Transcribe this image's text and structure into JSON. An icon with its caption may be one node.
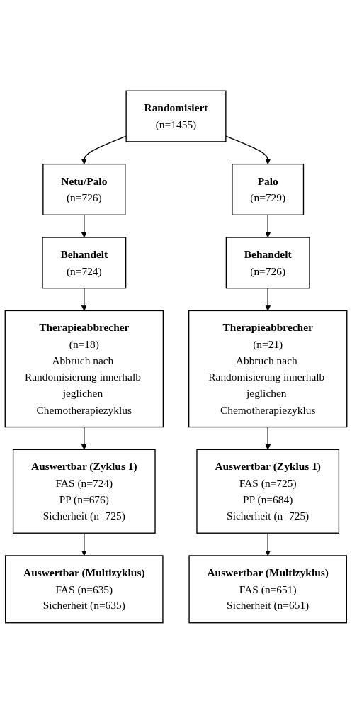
{
  "diagram": {
    "nodes": [
      {
        "text": [
          "Randomisiert",
          "(n=1455)"
        ]
      },
      {
        "text": [
          "Netu/Palo",
          "(n=726)"
        ]
      },
      {
        "text": [
          "Palo",
          "(n=729)"
        ]
      },
      {
        "text": [
          "Behandelt",
          "(n=724)"
        ]
      },
      {
        "text": [
          "Behandelt",
          "(n=726)"
        ]
      },
      {
        "text": [
          "Therapieabbrecher",
          "(n=18)",
          "Abbruch nach Randomisierung innerhalb jeglichen Chemotherapiezyklus"
        ]
      },
      {
        "text": [
          "Therapieabbrecher",
          "(n=21)",
          "Abbruch nach Randomisierung innerhalb jeglichen Chemotherapiezyklus"
        ]
      },
      {
        "text": [
          "Auswertbar (Zyklus 1)",
          "FAS (n=724)",
          "PP (n=676)",
          "Sicherheit (n=725)"
        ]
      },
      {
        "text": [
          "Auswertbar (Zyklus 1)",
          "FAS (n=725)",
          "PP (n=684)",
          "Sicherheit (n=725)"
        ]
      },
      {
        "text": [
          "Auswertbar (Multizyklus)",
          "FAS (n=635)",
          "Sicherheit (n=635)"
        ]
      },
      {
        "text": [
          "Auswertbar (Multizyklus)",
          "FAS (n=651)",
          "Sicherheit (n=651)"
        ]
      }
    ],
    "edges": [
      {
        "from": 0,
        "to": 1,
        "arrow": "to"
      },
      {
        "from": 0,
        "to": 2,
        "arrow": "to"
      },
      {
        "from": 1,
        "to": 3,
        "arrow": "to"
      },
      {
        "from": 2,
        "to": 4,
        "arrow": "to"
      },
      {
        "from": 3,
        "to": 5,
        "arrow": "to"
      },
      {
        "from": 4,
        "to": 6,
        "arrow": "to"
      },
      {
        "from": 5,
        "to": 7,
        "arrow": "to"
      },
      {
        "from": 6,
        "to": 8,
        "arrow": "to"
      },
      {
        "from": 7,
        "to": 9,
        "arrow": "to"
      },
      {
        "from": 8,
        "to": 10,
        "arrow": "to"
      }
    ]
  }
}
